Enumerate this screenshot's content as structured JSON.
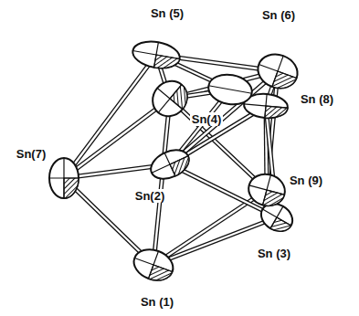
{
  "diagram": {
    "labels": [
      "Sn (5)",
      "Sn (6)",
      "Sn (8)",
      "Sn(4)",
      "Sn(7)",
      "Sn(2)",
      "Sn (9)",
      "Sn (3)",
      "Sn (1)"
    ]
  }
}
